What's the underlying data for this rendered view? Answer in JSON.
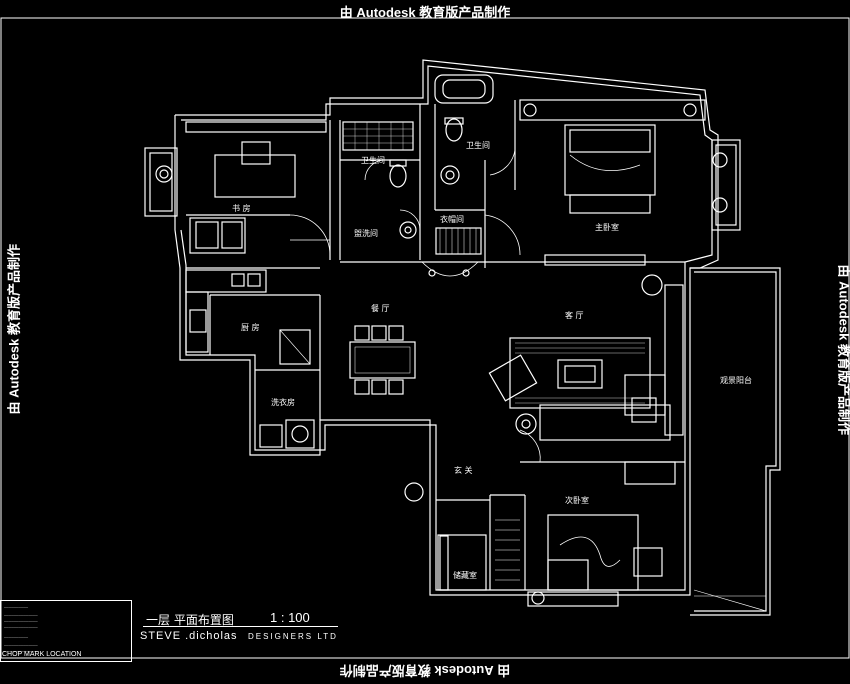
{
  "watermark": {
    "top": "由 Autodesk 教育版产品制作",
    "bottom": "由 Autodesk 教育版产品制作",
    "left": "由 Autodesk 教育版产品制作",
    "right": "由 Autodesk 教育版产品制作"
  },
  "rooms": {
    "study": "书 房",
    "bath_small": "卫生间",
    "bath_master": "卫生间",
    "washroom": "盥洗间",
    "closet": "衣帽间",
    "master_bedroom": "主卧室",
    "kitchen": "厨 房",
    "dining": "餐 厅",
    "living": "客 厅",
    "balcony": "观景阳台",
    "laundry": "洗衣房",
    "foyer": "玄 关",
    "second_bedroom": "次卧室",
    "storage": "储藏室"
  },
  "title": {
    "plan": "一层 平面布置图",
    "scale": "1 : 100",
    "designer_name": "STEVE .dicholas",
    "designer_suffix": "DESIGNERS LTD"
  },
  "title_block": {
    "chop": "CHOP MARK LOCATION"
  }
}
